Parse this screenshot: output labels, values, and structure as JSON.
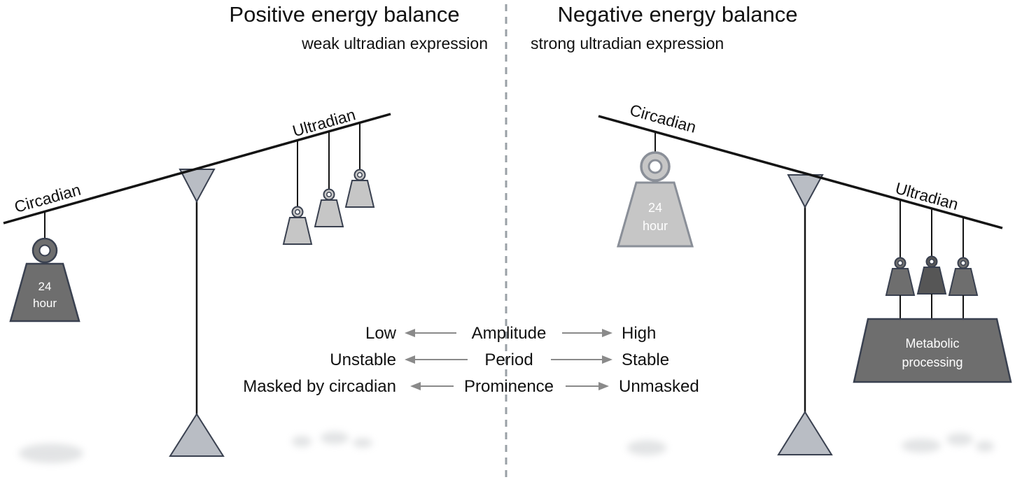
{
  "left_panel": {
    "title": "Positive energy balance",
    "subtitle": "weak ultradian expression",
    "circadian_label": "Circadian",
    "ultradian_label": "Ultradian",
    "weight": {
      "line1": "24",
      "line2": "hour"
    }
  },
  "right_panel": {
    "title": "Negative energy balance",
    "subtitle": "strong ultradian expression",
    "circadian_label": "Circadian",
    "ultradian_label": "Ultradian",
    "weight": {
      "line1": "24",
      "line2": "hour"
    },
    "metabolic": {
      "line1": "Metabolic",
      "line2": "processing"
    }
  },
  "legend": {
    "rows": [
      {
        "left": "Low",
        "center": "Amplitude",
        "right": "High"
      },
      {
        "left": "Unstable",
        "center": "Period",
        "right": "Stable"
      },
      {
        "left": "Masked by circadian",
        "center": "Prominence",
        "right": "Unmasked"
      }
    ]
  },
  "colors": {
    "dark_weight": "#6e6e6e",
    "darker_weight": "#565656",
    "light_weight": "#c6c6c6",
    "triangle_fill": "#b9bdc4",
    "outline_dark": "#3a4150",
    "outline_light": "#8a8f98",
    "beam": "#141414",
    "arrow": "#8a8a8a",
    "divider": "#9aa0a6"
  }
}
